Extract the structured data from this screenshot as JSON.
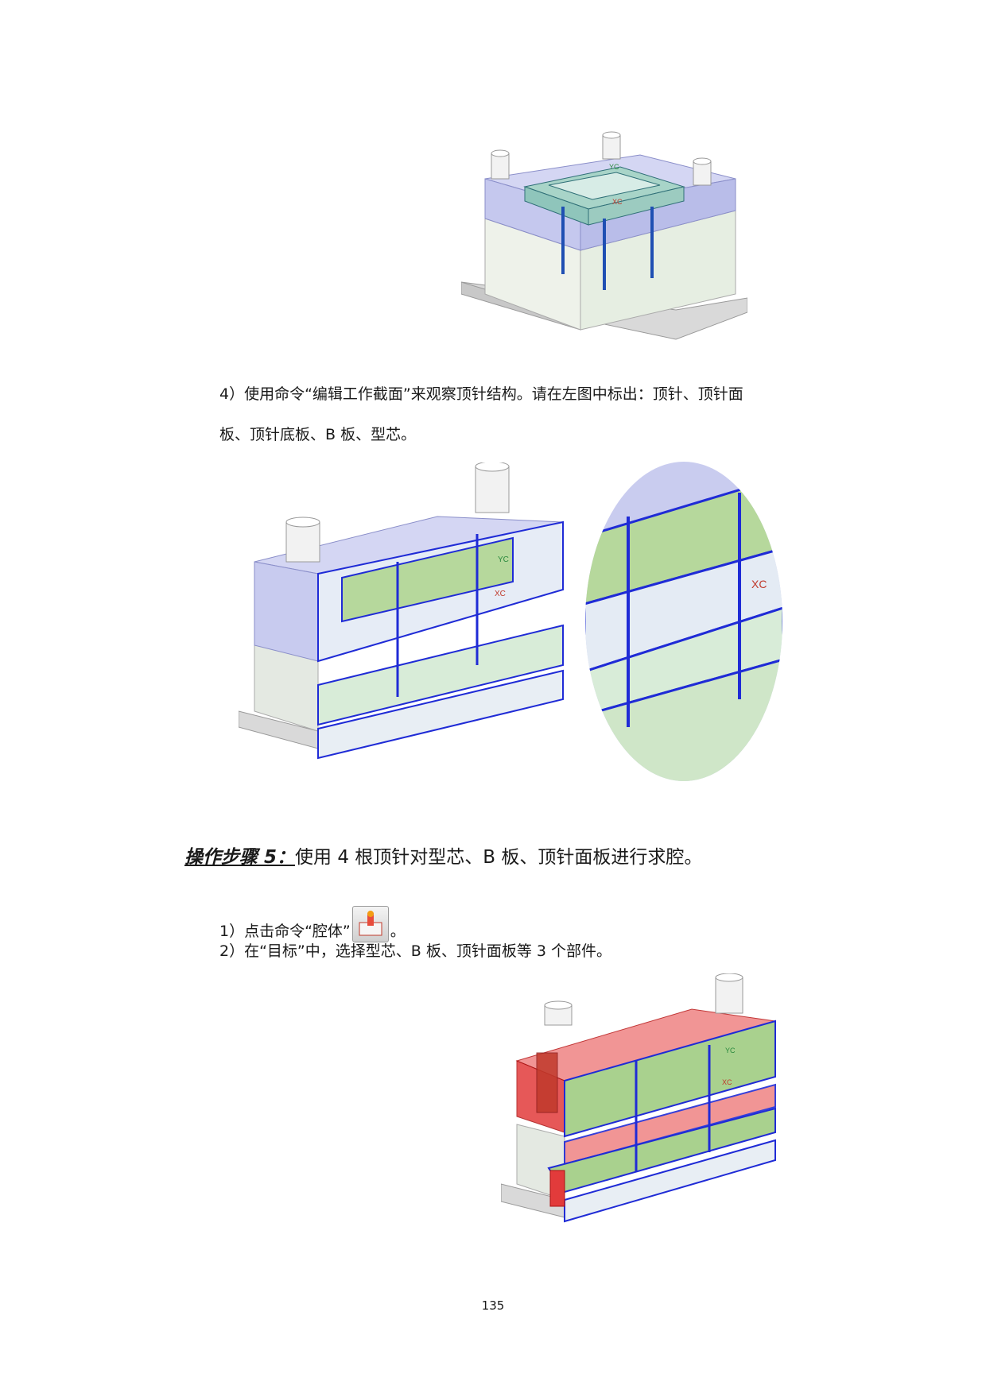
{
  "section_four": {
    "step4_line1": "4）使用命令“编辑工作截面”来观察顶针结构。请在左图中标出：顶针、顶针面",
    "step4_line2": "板、顶针底板、B 板、型芯。"
  },
  "section_five": {
    "heading_lead": "操作步骤 5：",
    "heading_text": "使用 4 根顶针对型芯、B 板、顶针面板进行求腔。",
    "step1_before": "1）点击命令“腔体”",
    "step1_after": "。",
    "step2": "2）在“目标”中，选择型芯、B 板、顶针面板等 3 个部件。"
  },
  "figures": {
    "axis_yc": "YC",
    "axis_xc": "XC"
  },
  "colors": {
    "plate_blue": "#c9ccef",
    "plate_green": "#a9d18e",
    "edge_blue": "#1f2bd6",
    "cavity_red": "#e23b3b",
    "base_gray": "#d8d8d8"
  },
  "page": {
    "number": "135"
  }
}
